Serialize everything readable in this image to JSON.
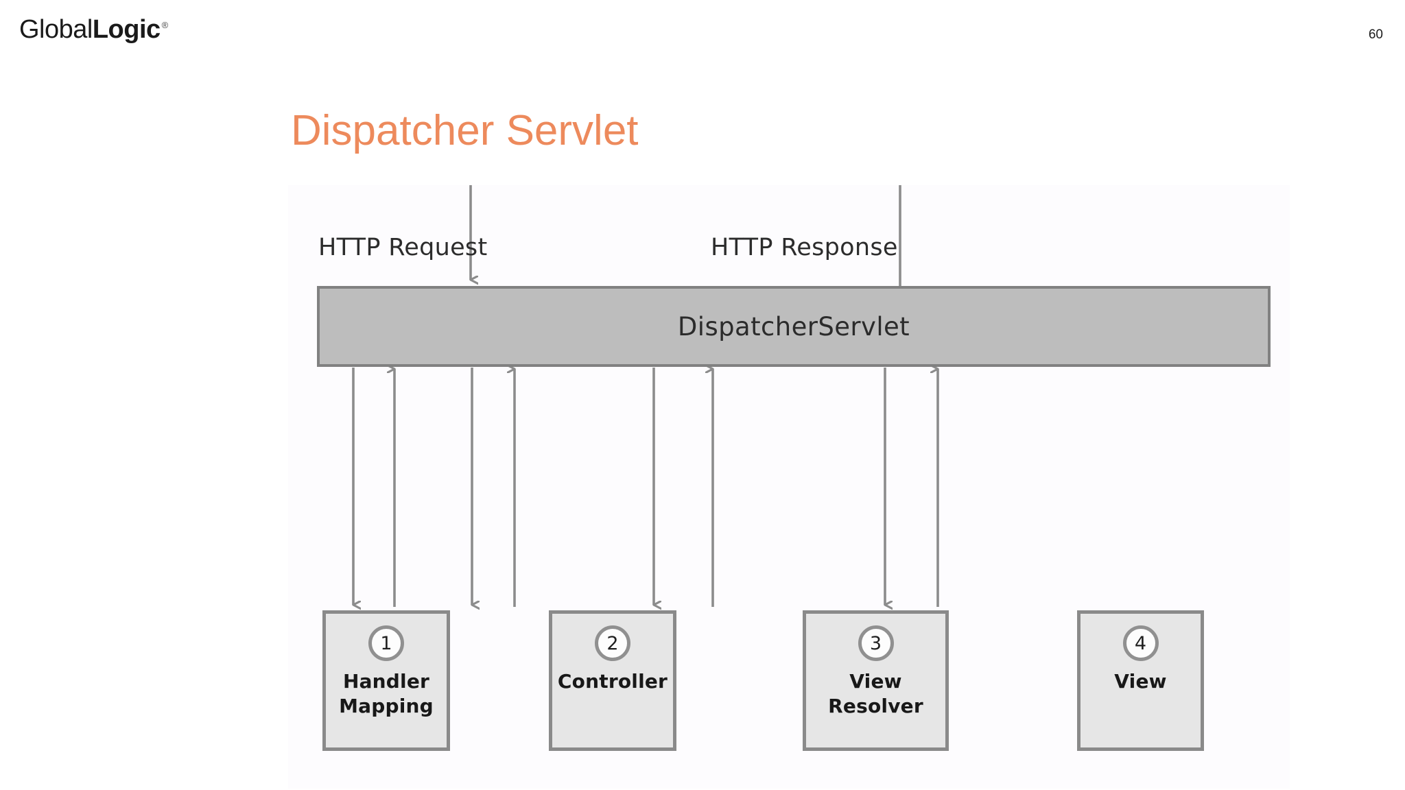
{
  "header": {
    "brand_light": "Global",
    "brand_bold": "Logic",
    "brand_tm": "®",
    "page_number": "60"
  },
  "slide": {
    "title": "Dispatcher Servlet",
    "title_color": "#ED8A5C"
  },
  "diagram": {
    "flow_labels": {
      "request": "HTTP Request",
      "response": "HTTP Response"
    },
    "dispatcher": {
      "name": "DispatcherServlet",
      "fill": "#BDBDBD",
      "stroke": "#818181"
    },
    "components": [
      {
        "number": "1",
        "label": "Handler\nMapping",
        "label_line1": "Handler",
        "label_line2": "Mapping"
      },
      {
        "number": "2",
        "label": "Controller",
        "label_line1": "Controller",
        "label_line2": ""
      },
      {
        "number": "3",
        "label": "View Resolver",
        "label_line1": "View Resolver",
        "label_line2": ""
      },
      {
        "number": "4",
        "label": "View",
        "label_line1": "View",
        "label_line2": ""
      }
    ],
    "arrow_color": "#8C8C8C"
  }
}
